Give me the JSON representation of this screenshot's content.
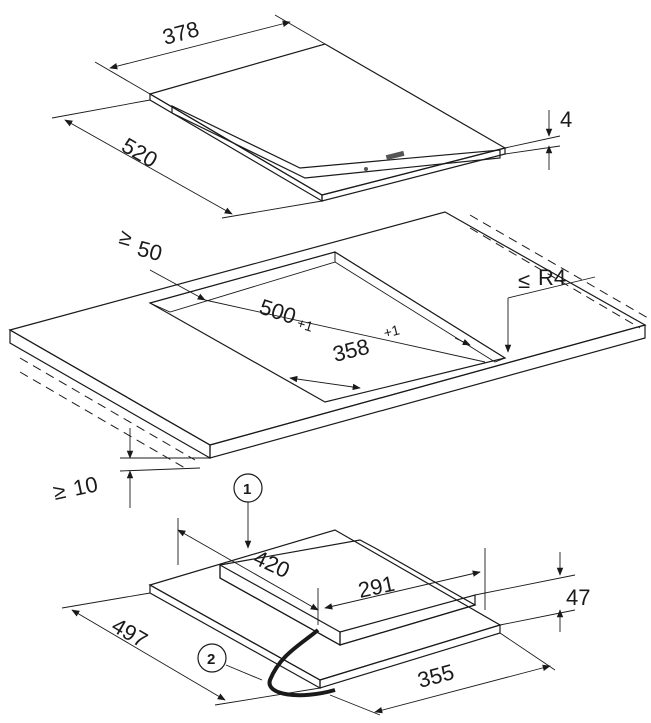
{
  "top_hob": {
    "width": "378",
    "depth": "520",
    "thickness": "4"
  },
  "cutout": {
    "min_edge": "50",
    "min_edge_sym": "≥",
    "depth": "500",
    "depth_tol": "+1",
    "width": "358",
    "width_tol": "+1",
    "radius": "R4",
    "radius_sym": "≤"
  },
  "worktop": {
    "min_thickness": "10",
    "min_thickness_sym": "≥"
  },
  "bottom_unit": {
    "callout1": "1",
    "callout2": "2",
    "depth_a": "420",
    "width_a": "291",
    "height": "47",
    "depth_b": "497",
    "width_b": "355"
  },
  "colors": {
    "surface": "#e6e6e6",
    "line": "#1a1a1a"
  }
}
